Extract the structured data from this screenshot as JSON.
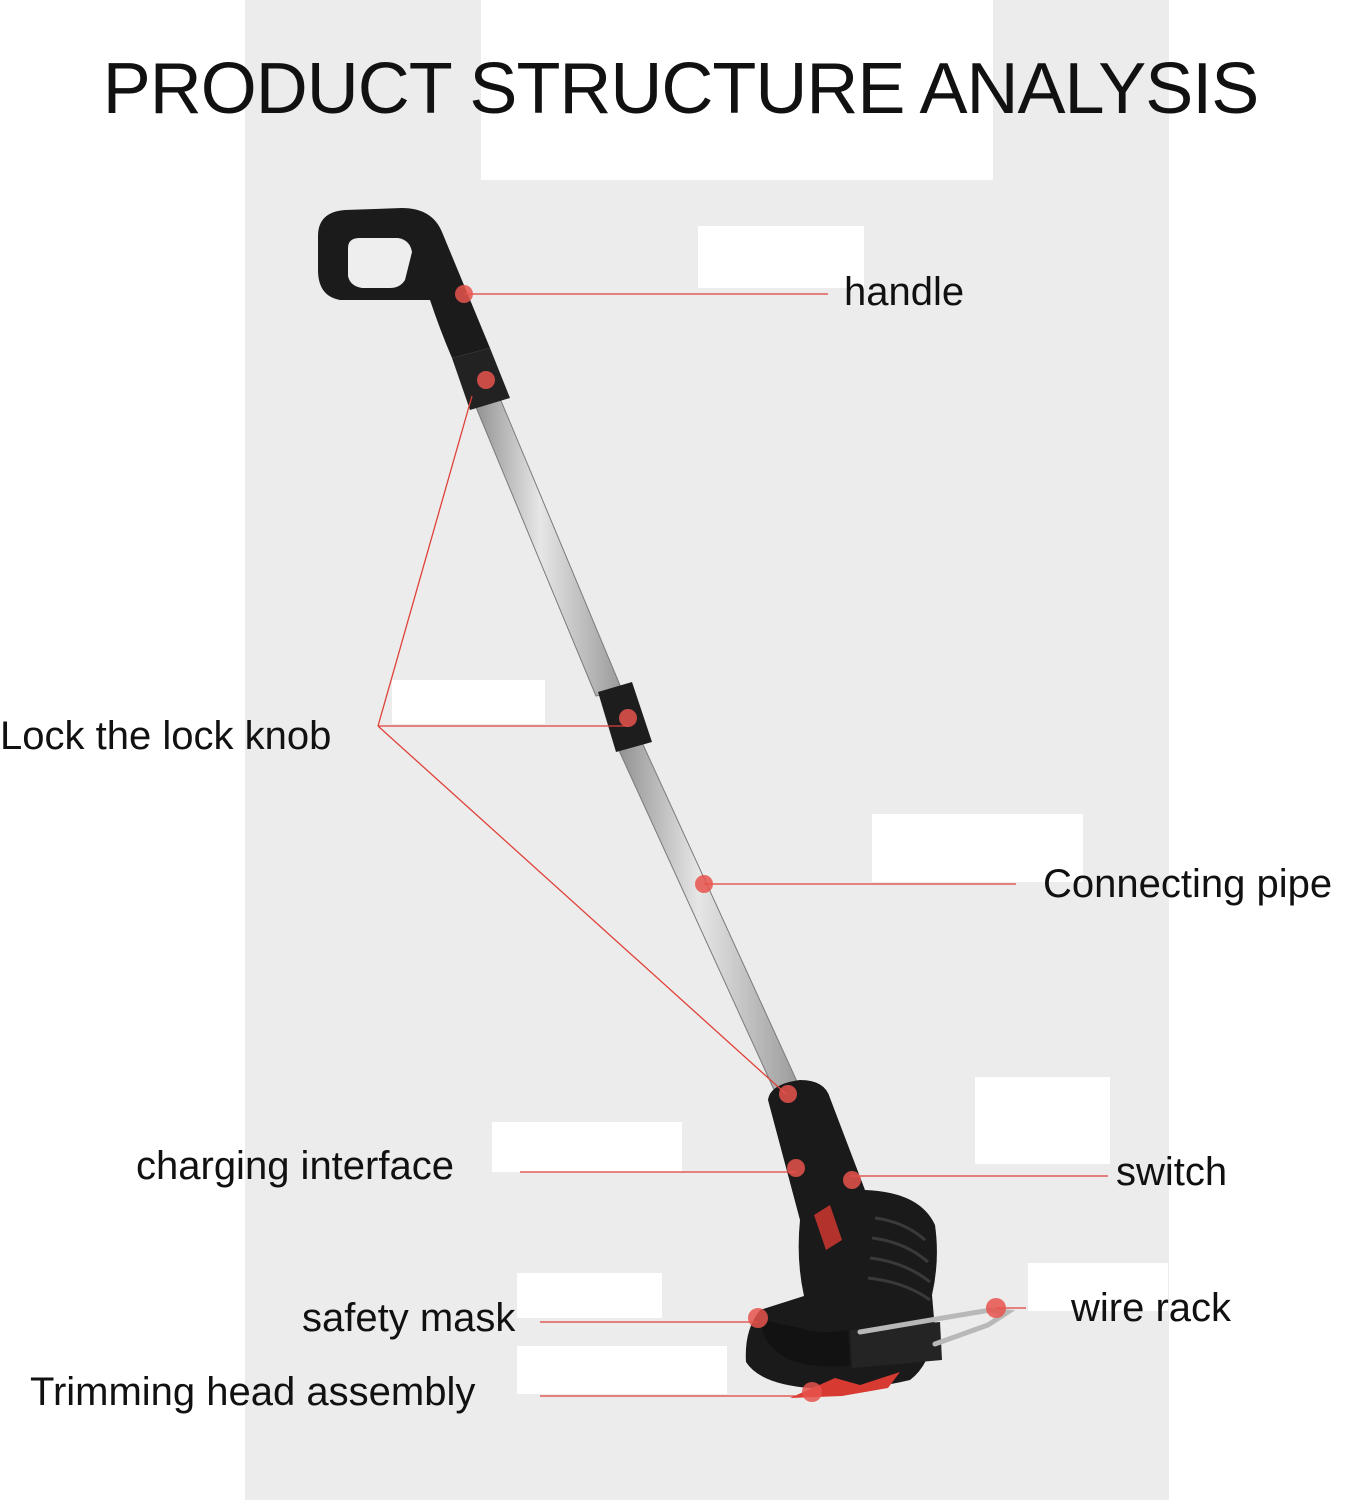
{
  "title": "PRODUCT STRUCTURE ANALYSIS",
  "colors": {
    "panel": "#ececec",
    "leader": "#e0413a",
    "marker": "#e8534c",
    "tool_body": "#1a1a1a",
    "pipe": "#c8c8c8",
    "text": "#111111"
  },
  "labels": {
    "handle": "handle",
    "lock_knob": "Lock the lock knob",
    "connecting_pipe": "Connecting pipe",
    "charging_interface": "charging interface",
    "switch": "switch",
    "wire_rack": "wire rack",
    "safety_mask": "safety mask",
    "trimming_head": "Trimming head assembly"
  }
}
